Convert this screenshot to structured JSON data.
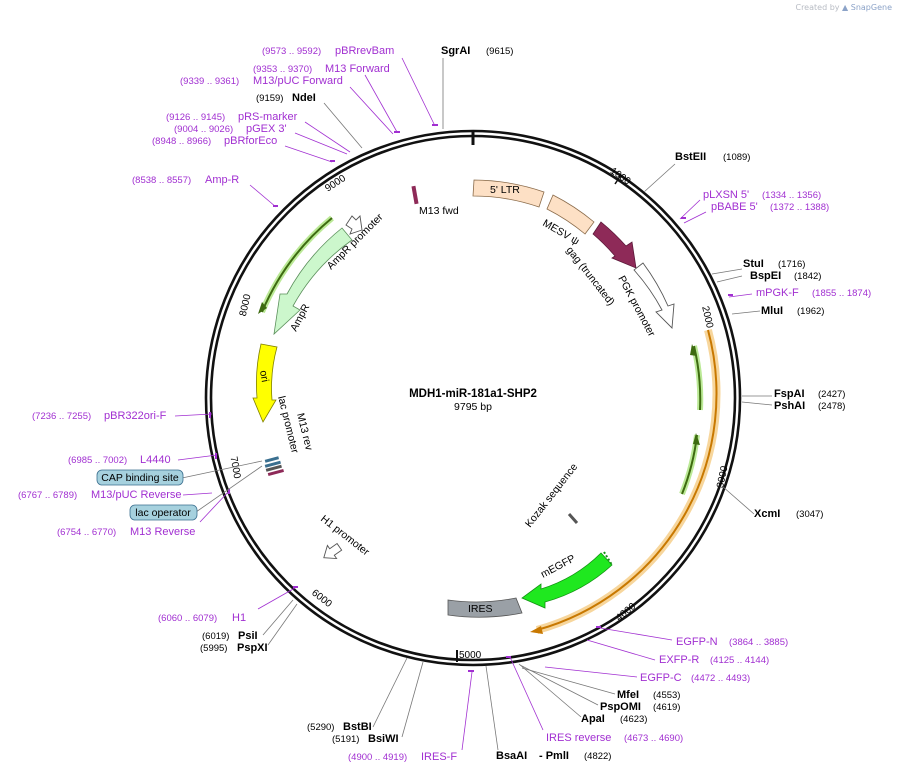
{
  "credit": {
    "prefix": "Created by",
    "brand": "SnapGene"
  },
  "plasmid": {
    "name": "MDH1-miR-181a1-SHP2",
    "length": "9795 bp"
  },
  "ticks": [
    "1000",
    "2000",
    "3000",
    "4000",
    "5000",
    "6000",
    "7000",
    "8000",
    "9000"
  ],
  "enzymes": [
    {
      "name": "SgrAI",
      "pos": "(9615)"
    },
    {
      "name": "NdeI",
      "pos": "(9159)"
    },
    {
      "name": "BstEII",
      "pos": "(1089)"
    },
    {
      "name": "StuI",
      "pos": "(1716)"
    },
    {
      "name": "BspEI",
      "pos": "(1842)"
    },
    {
      "name": "MluI",
      "pos": "(1962)"
    },
    {
      "name": "FspAI",
      "pos": "(2427)"
    },
    {
      "name": "PshAI",
      "pos": "(2478)"
    },
    {
      "name": "XcmI",
      "pos": "(3047)"
    },
    {
      "name": "MfeI",
      "pos": "(4553)"
    },
    {
      "name": "PspOMI",
      "pos": "(4619)"
    },
    {
      "name": "ApaI",
      "pos": "(4623)"
    },
    {
      "name": "BsaAI",
      "pos": ""
    },
    {
      "name": "- PmlI",
      "pos": "(4822)"
    },
    {
      "name": "BstBI",
      "pos": "(5290)"
    },
    {
      "name": "BsiWI",
      "pos": "(5191)"
    },
    {
      "name": "PsiI",
      "pos": "(6019)"
    },
    {
      "name": "PspXI",
      "pos": "(5995)"
    }
  ],
  "primers": [
    {
      "name": "pBRrevBam",
      "range": "(9573 .. 9592)"
    },
    {
      "name": "M13 Forward",
      "range": "(9353 .. 9370)"
    },
    {
      "name": "M13/pUC Forward",
      "range": "(9339 .. 9361)"
    },
    {
      "name": "pRS-marker",
      "range": "(9126 .. 9145)"
    },
    {
      "name": "pGEX 3'",
      "range": "(9004 .. 9026)"
    },
    {
      "name": "pBRforEco",
      "range": "(8948 .. 8966)"
    },
    {
      "name": "Amp-R",
      "range": "(8538 .. 8557)"
    },
    {
      "name": "pLXSN 5'",
      "range": "(1334 .. 1356)"
    },
    {
      "name": "pBABE 5'",
      "range": "(1372 .. 1388)"
    },
    {
      "name": "mPGK-F",
      "range": "(1855 .. 1874)"
    },
    {
      "name": "pBR322ori-F",
      "range": "(7236 .. 7255)"
    },
    {
      "name": "L4440",
      "range": "(6985 .. 7002)"
    },
    {
      "name": "M13/pUC Reverse",
      "range": "(6767 .. 6789)"
    },
    {
      "name": "M13 Reverse",
      "range": "(6754 .. 6770)"
    },
    {
      "name": "H1",
      "range": "(6060 .. 6079)"
    },
    {
      "name": "EGFP-N",
      "range": "(3864 .. 3885)"
    },
    {
      "name": "EXFP-R",
      "range": "(4125 .. 4144)"
    },
    {
      "name": "EGFP-C",
      "range": "(4472 .. 4493)"
    },
    {
      "name": "IRES reverse",
      "range": "(4673 .. 4690)"
    },
    {
      "name": "IRES-F",
      "range": "(4900 .. 4919)"
    }
  ],
  "boxed_features": {
    "cap": "CAP binding site",
    "lac": "lac operator"
  },
  "features": {
    "ltr": "5' LTR",
    "mesv": "MESV ψ",
    "gag": "gag (truncated)",
    "pgk": "PGK promoter",
    "m13fwd": "M13 fwd",
    "ampr_promoter": "AmpR promoter",
    "ampr": "AmpR",
    "ori": "ori",
    "lac_promoter": "lac promoter",
    "m13rev": "M13 rev",
    "h1_promoter": "H1 promoter",
    "kozak": "Kozak sequence",
    "megfp": "mEGFP",
    "ires": "IRES"
  },
  "colors": {
    "primer": "#a12fd1",
    "ltr": "#fde0c5",
    "gag": "#8e2a58",
    "ampr": "#ccf7cc",
    "ori": "#ffff00",
    "megfp": "#1fe81f",
    "ires": "#9aa0a6",
    "orf_green": "#5a9e1a",
    "orf_orange": "#f0b44a",
    "boxed": "#a6d1de"
  }
}
